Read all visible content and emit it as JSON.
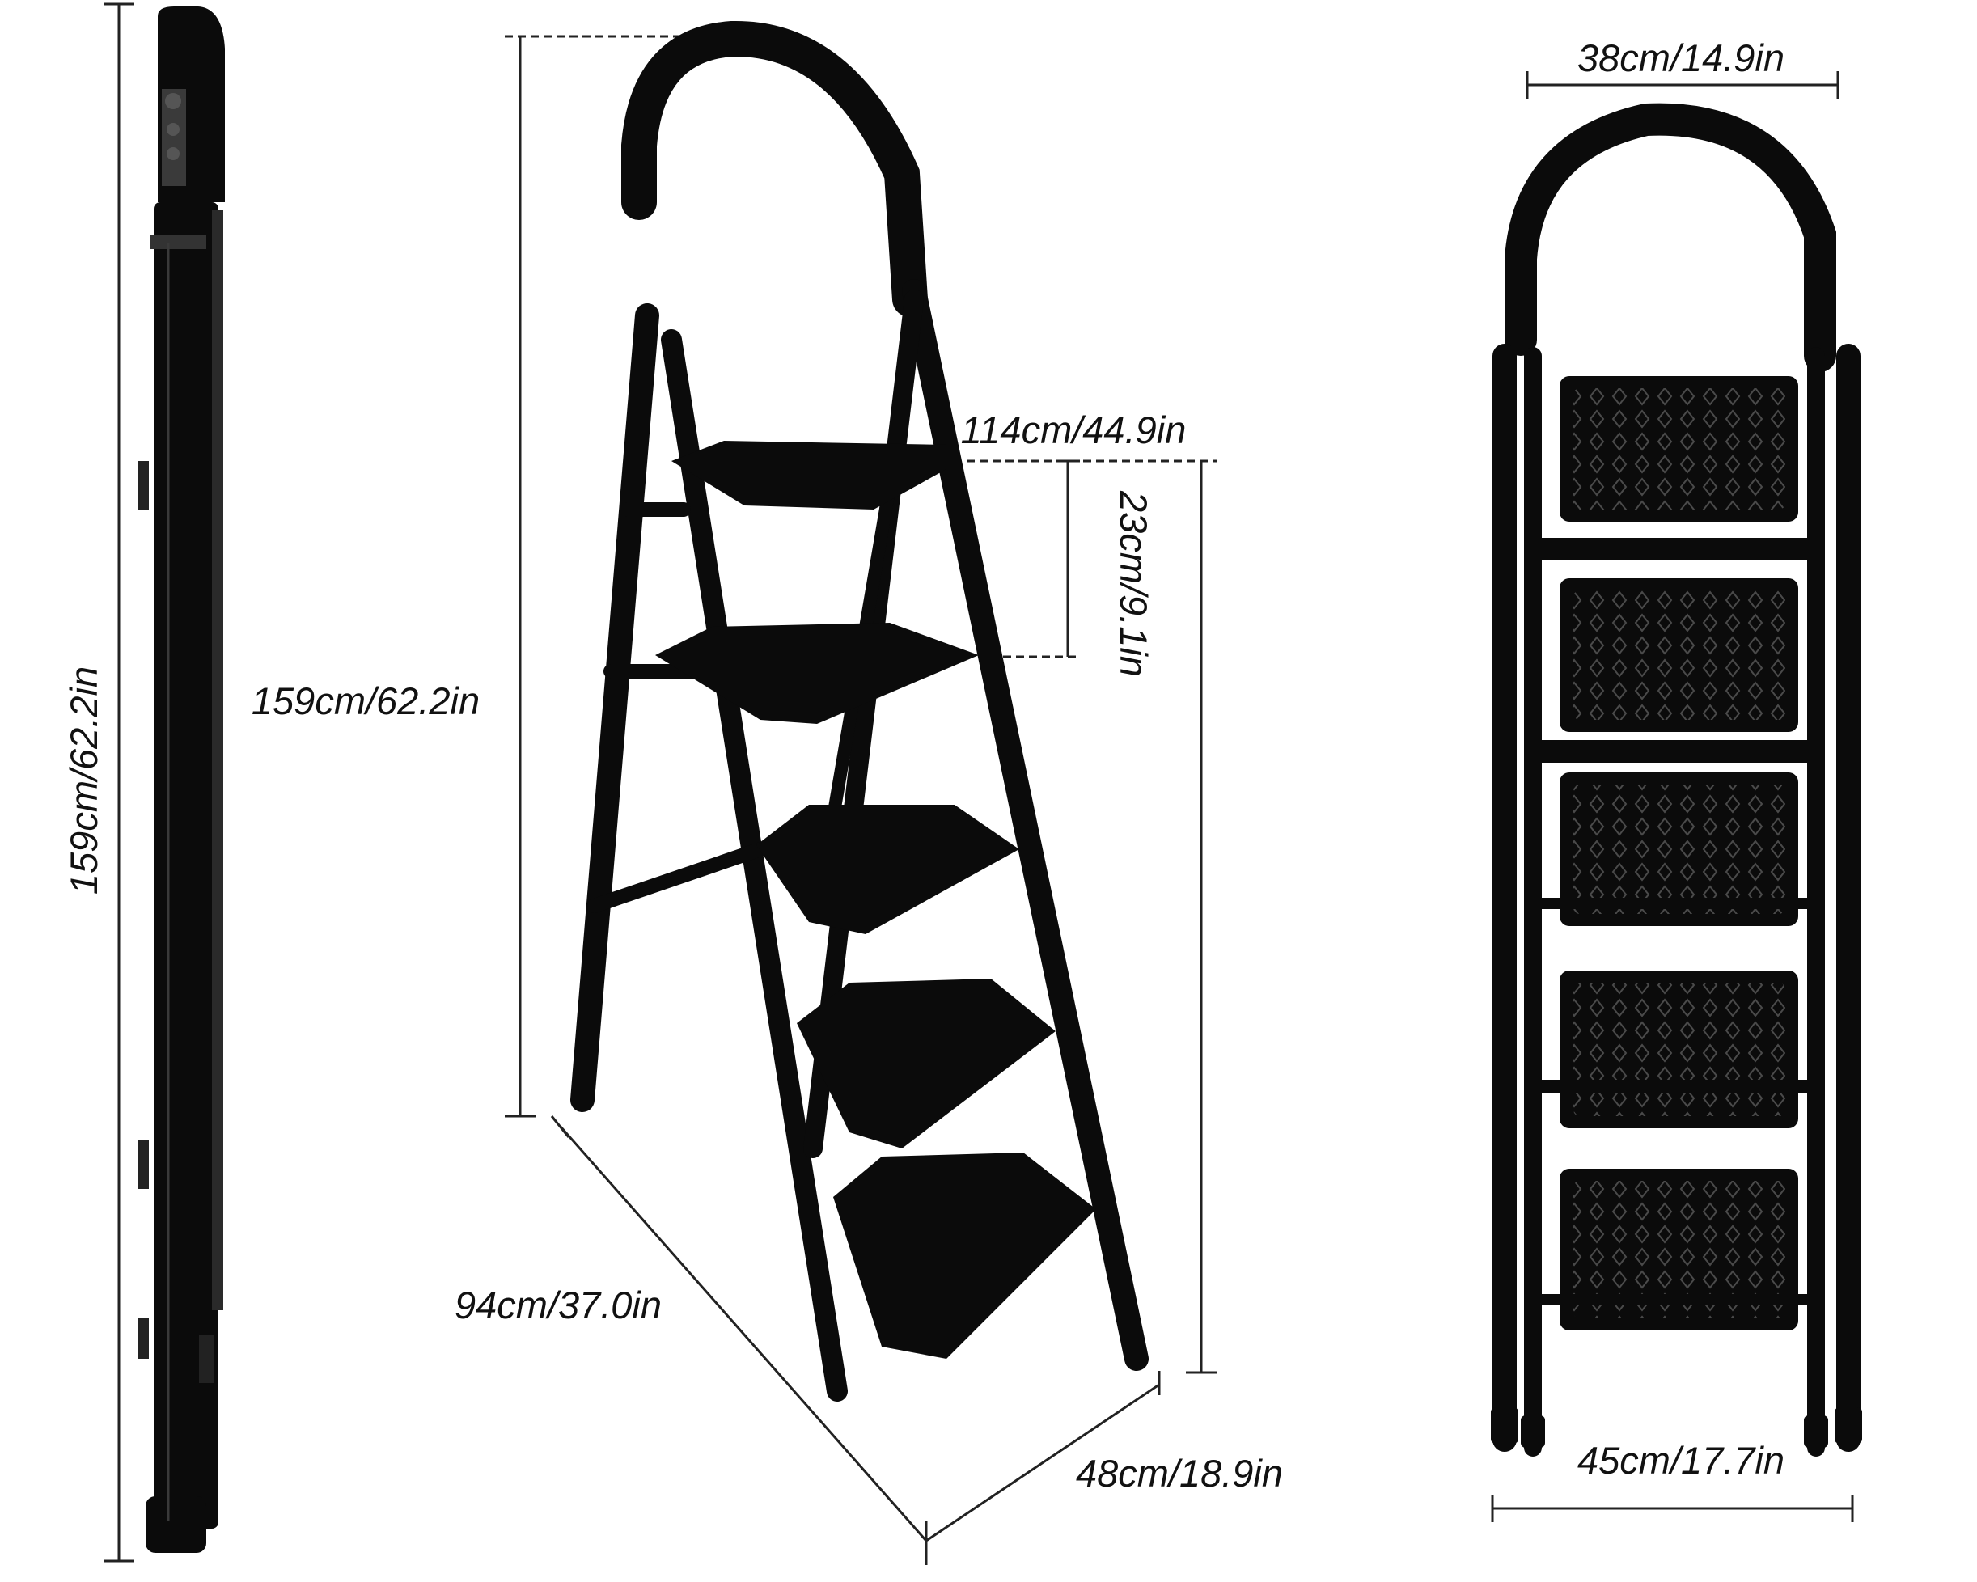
{
  "dimensions": {
    "folded_height": "159cm/62.2in",
    "overall_height": "159cm/62.2in",
    "platform_height": "114cm/44.9in",
    "step_spacing": "23cm/9.1in",
    "open_depth": "94cm/37.0in",
    "base_width_side": "48cm/18.9in",
    "top_width": "38cm/14.9in",
    "base_width_front": "45cm/17.7in"
  },
  "colors": {
    "ladder": "#0b0b0b",
    "step_texture": "#3a3a3a",
    "dimension_line": "#222222"
  },
  "views": [
    "folded-side-view",
    "open-angled-view",
    "front-view"
  ],
  "step_count": 5
}
